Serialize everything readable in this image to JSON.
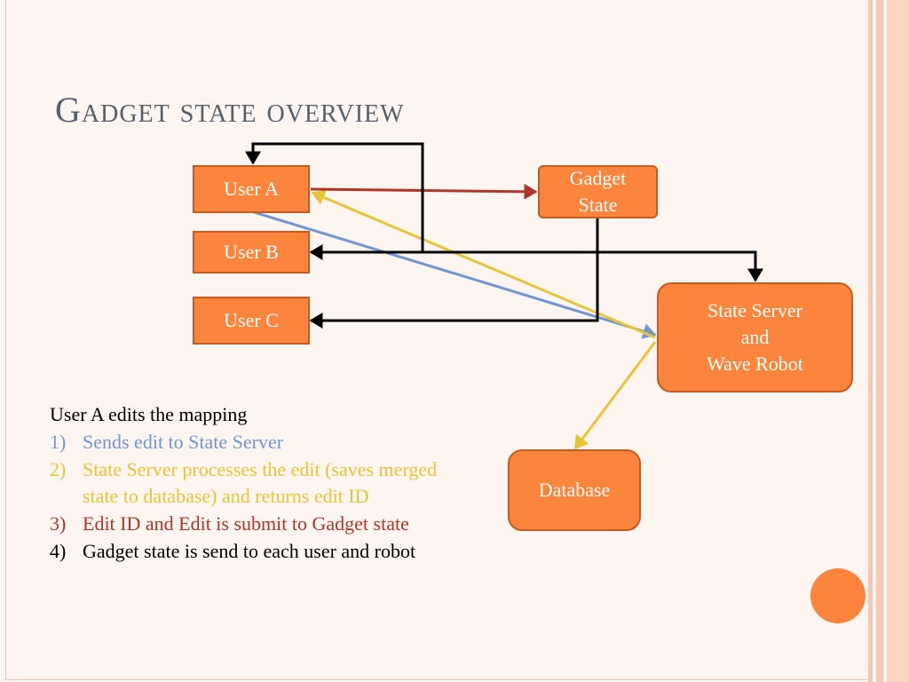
{
  "slide": {
    "title": "Gadget state overview",
    "colors": {
      "background": "#fdf5f0",
      "box_fill": "#fb853c",
      "box_border": "#c55b22",
      "title": "#55606d",
      "step1": "#7196d4",
      "step2": "#e8c43a",
      "step3": "#b0362a",
      "step4": "#000000"
    }
  },
  "nodes": {
    "user_a": "User A",
    "user_b": "User B",
    "user_c": "User C",
    "gadget_state": "Gadget\nState",
    "state_server": "State Server\nand\nWave Robot",
    "database": "Database"
  },
  "steps": {
    "intro": "User A edits the mapping",
    "items": [
      {
        "number": "1)",
        "text": "Sends edit to State Server",
        "color": "#7196d4"
      },
      {
        "number": "2)",
        "text": "State Server processes the edit (saves merged state to database) and returns edit ID",
        "color": "#e8c43a"
      },
      {
        "number": "3)",
        "text": "Edit ID and Edit is submit to Gadget state",
        "color": "#b0362a"
      },
      {
        "number": "4)",
        "text": "Gadget state is send to each user and robot",
        "color": "#000000"
      }
    ]
  }
}
